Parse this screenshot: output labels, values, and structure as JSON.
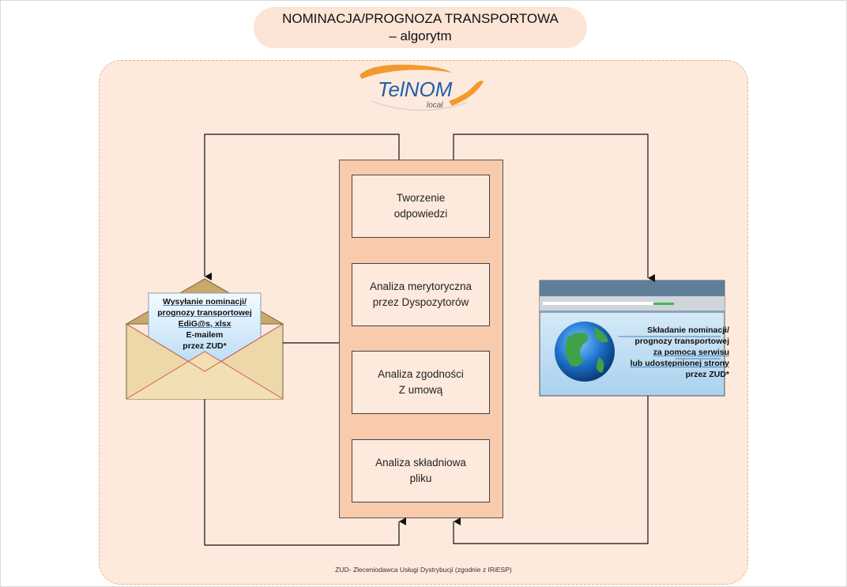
{
  "header": {
    "title_line1": "NOMINACJA/PROGNOZA TRANSPORTOWA",
    "title_line2": "– algorytm"
  },
  "logo": {
    "brand": "TelNOM",
    "sub": "local"
  },
  "steps": [
    {
      "line1": "Tworzenie",
      "line2": "odpowiedzi"
    },
    {
      "line1": "Analiza merytoryczna",
      "line2": "przez Dyspozytorów"
    },
    {
      "line1": "Analiza zgodności",
      "line2": "Z umową"
    },
    {
      "line1": "Analiza składniowa",
      "line2": "pliku"
    }
  ],
  "email_node": {
    "lines": [
      "Wysyłanie nominacji/",
      "prognozy transportowej",
      "EdiG@s, xlsx",
      "E-mailem",
      "przez ZUD*"
    ]
  },
  "web_node": {
    "lines": [
      "Składanie nominacji/",
      "prognozy transportowej",
      "za pomocą serwisu",
      "lub udostępnionej strony",
      "przez ZUD*"
    ]
  },
  "footnote": "ZUD- Zleceniodawca Usługi Dystrybucji (zgodnie z IRiESP)"
}
